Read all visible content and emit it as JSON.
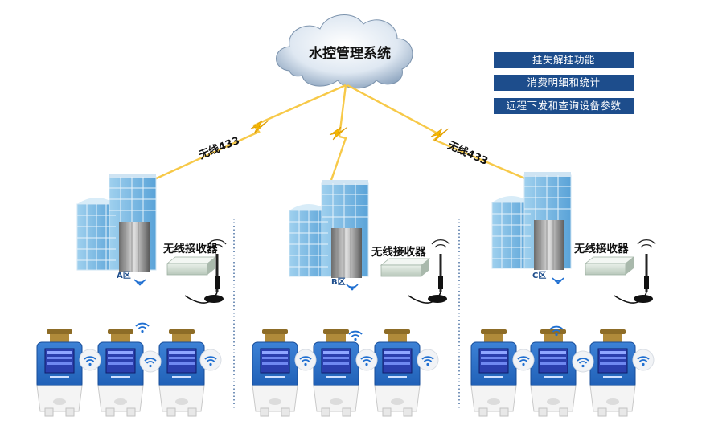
{
  "system": {
    "title": "水控管理系统"
  },
  "features": [
    {
      "label": "挂失解挂功能"
    },
    {
      "label": "消费明细和统计"
    },
    {
      "label": "远程下发和查询设备参数"
    }
  ],
  "links": {
    "left": "无线433",
    "right": "无线433"
  },
  "zones": [
    {
      "name": "A区",
      "receiver_label": "无线接收器"
    },
    {
      "name": "B区",
      "receiver_label": "无线接收器"
    },
    {
      "name": "C区",
      "receiver_label": "无线接收器"
    }
  ],
  "colors": {
    "accent": "#1d4d8c",
    "lightning": "#f5b800",
    "link": "#f7c948",
    "wave": "#1f6fd1"
  }
}
